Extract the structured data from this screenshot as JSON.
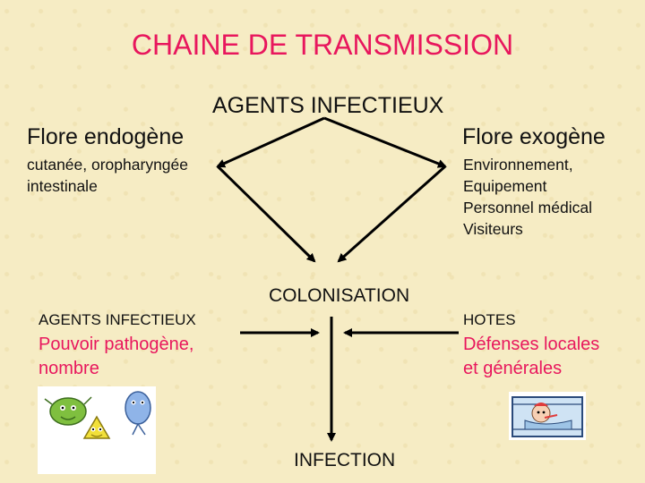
{
  "title": "CHAINE DE TRANSMISSION",
  "top": {
    "center": "AGENTS INFECTIEUX",
    "left": "Flore endogène",
    "right": "Flore exogène"
  },
  "left_detail": [
    "cutanée, oropharyngée",
    "intestinale"
  ],
  "right_detail": [
    "Environnement,",
    "Equipement",
    "Personnel médical",
    "Visiteurs"
  ],
  "colonisation": "COLONISATION",
  "agents": {
    "label": "AGENTS INFECTIEUX",
    "lines": [
      "Pouvoir pathogène,",
      "nombre"
    ]
  },
  "hotes": {
    "label": "HOTES",
    "lines": [
      "Défenses locales",
      "et générales"
    ]
  },
  "infection": "INFECTION",
  "colors": {
    "title": "#e8175d",
    "arrow": "#000000",
    "background": "#f6ecc4"
  }
}
